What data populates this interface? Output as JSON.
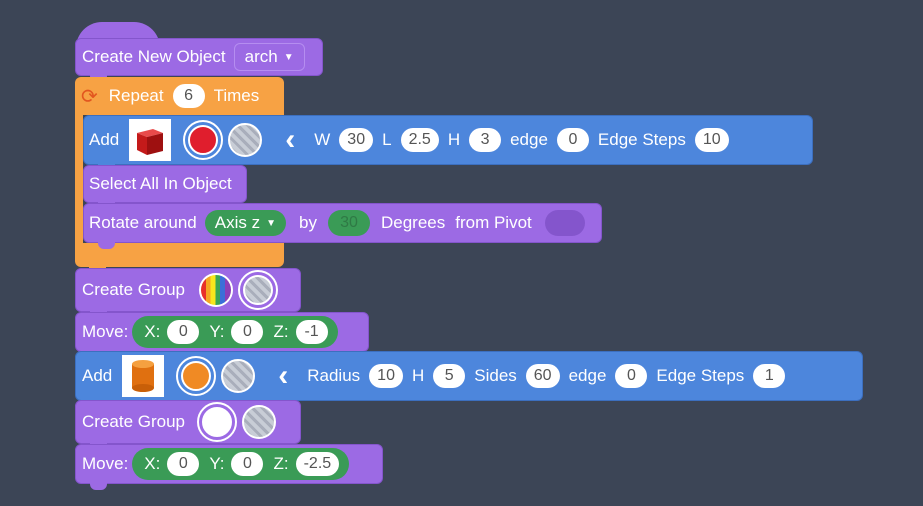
{
  "colors": {
    "background": "#3c4556",
    "purple": "#9c6ae4",
    "blue": "#4d86dc",
    "orange": "#f7a244",
    "green": "#3a9b56",
    "red_swatch": "#e01e2d",
    "orange_swatch": "#f08a24"
  },
  "create_object": {
    "label": "Create New Object",
    "object_name": "arch"
  },
  "repeat": {
    "label": "Repeat",
    "count": "6",
    "suffix": "Times",
    "icon": "repeat-icon"
  },
  "add_box": {
    "label": "Add",
    "shape_icon": "red-cube-icon",
    "color": "#e01e2d",
    "params": {
      "w_label": "W",
      "w": "30",
      "l_label": "L",
      "l": "2.5",
      "h_label": "H",
      "h": "3",
      "edge_label": "edge",
      "edge": "0",
      "steps_label": "Edge Steps",
      "steps": "10"
    }
  },
  "select_all": {
    "label": "Select All In Object"
  },
  "rotate": {
    "label": "Rotate around",
    "axis": "Axis z",
    "by_label": "by",
    "degrees": "30",
    "degrees_label": "Degrees",
    "pivot_label": "from Pivot"
  },
  "group1": {
    "label": "Create Group",
    "color_icon": "rainbow-swatch-icon"
  },
  "move1": {
    "label": "Move:",
    "x_label": "X:",
    "x": "0",
    "y_label": "Y:",
    "y": "0",
    "z_label": "Z:",
    "z": "-1"
  },
  "add_cyl": {
    "label": "Add",
    "shape_icon": "orange-cylinder-icon",
    "color": "#f08a24",
    "params": {
      "radius_label": "Radius",
      "radius": "10",
      "h_label": "H",
      "h": "5",
      "sides_label": "Sides",
      "sides": "60",
      "edge_label": "edge",
      "edge": "0",
      "steps_label": "Edge Steps",
      "steps": "1"
    }
  },
  "group2": {
    "label": "Create Group",
    "color_icon": "white-swatch-icon"
  },
  "move2": {
    "label": "Move:",
    "x_label": "X:",
    "x": "0",
    "y_label": "Y:",
    "y": "0",
    "z_label": "Z:",
    "z": "-2.5"
  }
}
